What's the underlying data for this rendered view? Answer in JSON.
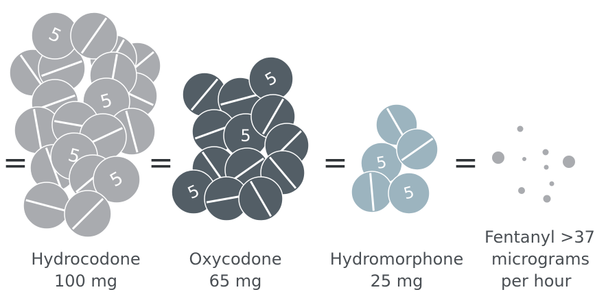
{
  "colors": {
    "hydrocodone": "#a9abaf",
    "oxycodone": "#535e66",
    "hydromorphone": "#9cb4bf",
    "fentanyl": "#a9abaf",
    "outline": "#ffffff",
    "text": "#4a4f54"
  },
  "equals_sign": "=",
  "pill_mark": "5",
  "groups": [
    {
      "name": "Hydrocodone",
      "dose": "100 mg"
    },
    {
      "name": "Oxycodone",
      "dose": "65 mg"
    },
    {
      "name": "Hydromorphone",
      "dose": "25 mg"
    },
    {
      "name": "Fentanyl >37",
      "dose_line1": "micrograms",
      "dose_line2": "per hour"
    }
  ]
}
